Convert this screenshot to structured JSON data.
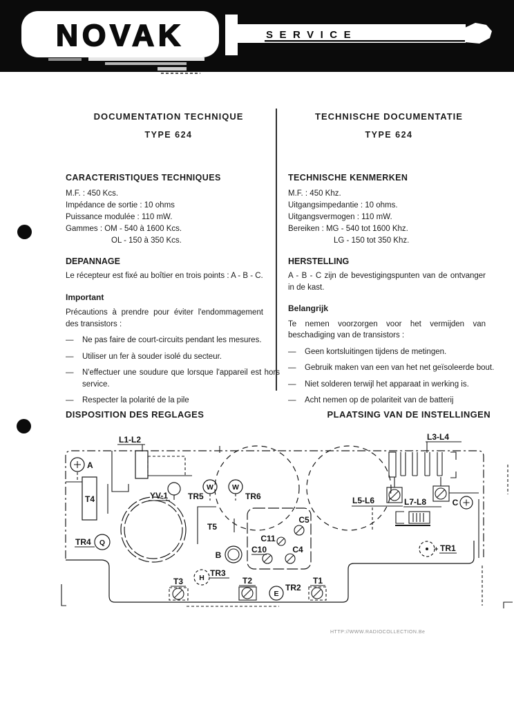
{
  "banner": {
    "brand": "NOVAK",
    "service": "SERVICE"
  },
  "bullet_marker": "—",
  "left_column": {
    "title": "DOCUMENTATION TECHNIQUE",
    "type": "TYPE 624",
    "specs_heading": "CARACTERISTIQUES TECHNIQUES",
    "spec_lines": [
      "M.F. : 450 Kcs.",
      "Impédance de sortie : 10 ohms",
      "Puissance modulée : 110 mW.",
      "Gammes : OM - 540 à 1600 Kcs.",
      "OL - 150 à 350 Kcs."
    ],
    "repair_heading": "DEPANNAGE",
    "repair_text": "Le récepteur est fixé au boîtier en trois points : A - B - C.",
    "note_heading": "Important",
    "note_intro": "Précautions à prendre pour éviter l'endommagement des transistors :",
    "bullets": [
      "Ne pas faire de court-circuits pendant les mesures.",
      "Utiliser un fer à souder isolé du secteur.",
      "N'effectuer une soudure que lorsque l'appareil est hors service.",
      "Respecter la polarité de la pile"
    ]
  },
  "right_column": {
    "title": "TECHNISCHE DOCUMENTATIE",
    "type": "TYPE 624",
    "specs_heading": "TECHNISCHE KENMERKEN",
    "spec_lines": [
      "M.F. : 450 Khz.",
      "Uitgangsimpedantie : 10 ohms.",
      "Uitgangsvermogen : 110 mW.",
      "Bereiken : MG - 540 tot 1600 Khz.",
      "LG - 150 tot 350 Khz."
    ],
    "repair_heading": "HERSTELLING",
    "repair_text": "A - B - C zijn de bevestigingspunten van de ontvanger in de kast.",
    "note_heading": "Belangrijk",
    "note_intro": "Te nemen voorzorgen voor het vermijden van beschadiging van de transistors :",
    "bullets": [
      "Geen kortsluitingen tijdens de metingen.",
      "Gebruik maken van een van het net geïsoleerde bout.",
      "Niet solderen terwijl het apparaat in werking is.",
      "Acht nemen op de polariteit van de batterij"
    ]
  },
  "diagram_headings": {
    "left": "DISPOSITION DES REGLAGES",
    "right": "PLAATSING VAN DE INSTELLINGEN"
  },
  "diagram_labels": {
    "l1l2": "L1-L2",
    "l3l4": "L3-L4",
    "a": "A",
    "c": "C",
    "t4": "T4",
    "yv1": "YV-1",
    "tr5": "TR5",
    "tr6": "TR6",
    "w1": "W",
    "w2": "W",
    "t5": "T5",
    "c5": "C5",
    "c11": "C11",
    "c10": "C10",
    "c4": "C4",
    "b": "B",
    "q": "Q",
    "h": "H",
    "e": "E",
    "tr4": "TR4",
    "tr3": "TR3",
    "tr2": "TR2",
    "tr1": "TR1",
    "t3": "T3",
    "t2": "T2",
    "t1": "T1",
    "l5l6": "L5-L6",
    "l7l8": "L7-L8"
  },
  "watermark": "HTTP://WWW.RADIOCOLLECTION.Be"
}
